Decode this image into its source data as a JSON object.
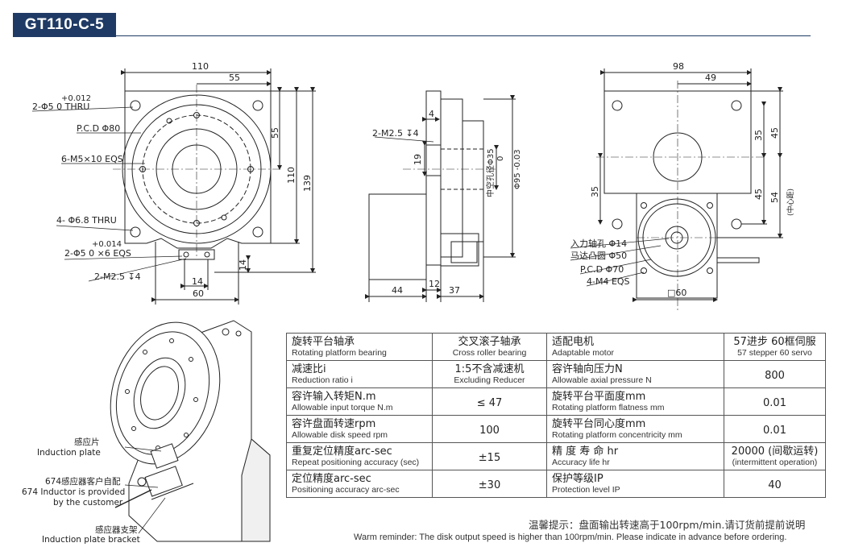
{
  "model": "GT110-C-5",
  "front": {
    "dim_110": "110",
    "dim_55": "55",
    "thru_hole": "2-Φ5 0 THRU",
    "thru_tol": "+0.012",
    "pcd": "P.C.D Φ80",
    "m5": "6-M5×10 EQS",
    "thru_68": "4- Φ6.8 THRU",
    "eqs_tol": "+0.014",
    "eqs_hole": "2-Φ5 0 ×6 EQS",
    "m25": "2-M2.5 ↧4",
    "v55": "55",
    "v110": "110",
    "v139": "139",
    "v14": "14",
    "h14": "14",
    "h60": "60"
  },
  "side": {
    "h4": "4",
    "m25": "2-M2.5 ↧4",
    "v19": "19",
    "hollow": "中空孔径Φ35",
    "d95": "Φ95 -0.03",
    "d95_tol": "0",
    "h44": "44",
    "h12": "12",
    "h37": "37"
  },
  "right": {
    "h98": "98",
    "h49": "49",
    "v35a": "35",
    "v45a": "45",
    "v35b": "35",
    "v45b": "45",
    "v54": "54",
    "center": "(中心距)",
    "shaft": "入力轴孔 Φ14",
    "boss": "马达凸圆 Φ50",
    "pcd": "P.C.D Φ70",
    "m4": "4-M4 EQS",
    "sq60": "□60"
  },
  "iso": {
    "label1_zh": "感应片",
    "label1_en": "Induction plate",
    "label2_zh": "674感应器客户自配",
    "label2_en1": "674 Inductor is provided",
    "label2_en2": "by the customer",
    "label3_zh": "感应器支架",
    "label3_en": "Induction plate bracket"
  },
  "specs": [
    {
      "l_zh": "旋转平台轴承",
      "l_en": "Rotating platform bearing",
      "v1_zh": "交叉滚子轴承",
      "v1_en": "Cross roller bearing",
      "r_zh": "适配电机",
      "r_en": "Adaptable motor",
      "v2_zh": "57进步 60框伺服",
      "v2_en": "57 stepper 60 servo"
    },
    {
      "l_zh": "减速比i",
      "l_en": "Reduction ratio i",
      "v1_zh": "1:5不含减速机",
      "v1_en": "Excluding Reducer",
      "r_zh": "容许轴向压力N",
      "r_en": "Allowable axial pressure N",
      "v2": "800"
    },
    {
      "l_zh": "容许输入转矩N.m",
      "l_en": "Allowable input torque N.m",
      "v1": "≤ 47",
      "r_zh": "旋转平台平面度mm",
      "r_en": "Rotating platform flatness mm",
      "v2": "0.01"
    },
    {
      "l_zh": "容许盘面转速rpm",
      "l_en": "Allowable disk speed rpm",
      "v1": "100",
      "r_zh": "旋转平台同心度mm",
      "r_en": "Rotating platform concentricity mm",
      "v2": "0.01"
    },
    {
      "l_zh": "重复定位精度arc-sec",
      "l_en": "Repeat positioning accuracy (sec)",
      "v1": "±15",
      "r_zh": "精 度 寿 命 hr",
      "r_en": "Accuracy life hr",
      "v2_zh": "20000 (间歇运转)",
      "v2_en": "(intermittent operation)"
    },
    {
      "l_zh": "定位精度arc-sec",
      "l_en": "Positioning accuracy arc-sec",
      "v1": "±30",
      "r_zh": "保护等级IP",
      "r_en": "Protection level IP",
      "v2": "40"
    }
  ],
  "reminder_zh": "温馨提示：盘面输出转速高于100rpm/min.请订货前提前说明",
  "reminder_en": "Warm reminder: The disk output speed is higher than 100rpm/min. Please indicate in advance before ordering."
}
